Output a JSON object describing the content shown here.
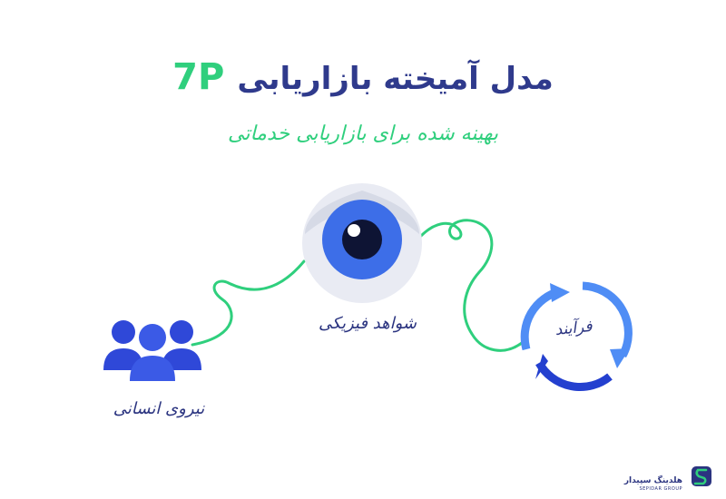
{
  "title": {
    "main": "مدل آمیخته بازاریابی",
    "brand": "7P"
  },
  "subtitle": "بهینه شده برای بازاریابی خدماتی",
  "nodes": {
    "physical_evidence": "شواهد فیزیکی",
    "people": "نیروی انسانی",
    "process": "فرآیند"
  },
  "logo": {
    "name": "هلدینگ سپیدار",
    "tagline": "SEPIDAR GROUP"
  },
  "colors": {
    "title": "#2f3a8c",
    "accent_green": "#2fcf7d",
    "eye_blue": "#3d6ee8",
    "people_blue": "#2f48d8",
    "process_light": "#4f8df5",
    "process_dark": "#2440cf"
  }
}
